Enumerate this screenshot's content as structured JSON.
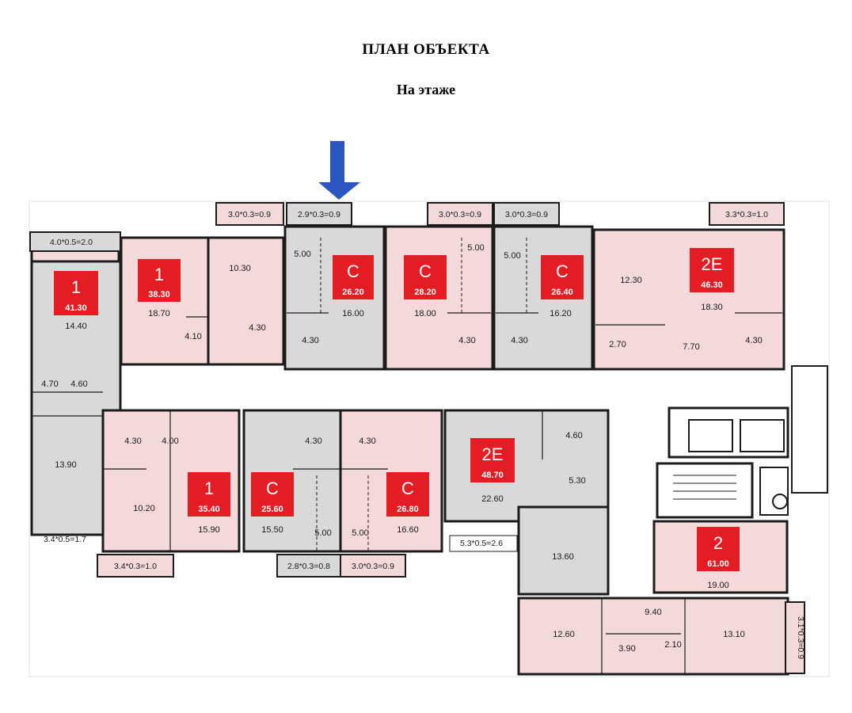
{
  "header": {
    "title": "ПЛАН ОБЪЕКТА",
    "subtitle": "На этаже"
  },
  "colors": {
    "apartment": "#f4d9db",
    "studio": "#d9d9da",
    "badge": "#e41d25",
    "wall": "#1b1b1b",
    "marker": "#2b55c0"
  },
  "apartments": [
    {
      "type": "1",
      "area": "41.30"
    },
    {
      "type": "1",
      "area": "38.30"
    },
    {
      "type": "C",
      "area": "26.20"
    },
    {
      "type": "C",
      "area": "28.20"
    },
    {
      "type": "C",
      "area": "26.40"
    },
    {
      "type": "2E",
      "area": "46.30"
    },
    {
      "type": "1",
      "area": "35.40"
    },
    {
      "type": "C",
      "area": "25.60"
    },
    {
      "type": "C",
      "area": "26.80"
    },
    {
      "type": "2E",
      "area": "48.70"
    },
    {
      "type": "2",
      "area": "61.00"
    }
  ],
  "balconies": [
    "4.0*0.5=2.0",
    "3.0*0.3=0.9",
    "2.9*0.3=0.9",
    "3.0*0.3=0.9",
    "3.0*0.3=0.9",
    "3.3*0.3=1.0",
    "3.4*0.5=1.7",
    "3.4*0.3=1.0",
    "2.8*0.3=0.8",
    "3.0*0.3=0.9",
    "5.3*0.5=2.6",
    "3.1*0.3=0.9"
  ],
  "rooms": [
    "14.40",
    "4.60",
    "4.70",
    "13.90",
    "18.70",
    "4.10",
    "10.30",
    "4.30",
    "5.00",
    "16.00",
    "4.30",
    "5.00",
    "18.00",
    "4.30",
    "5.00",
    "16.20",
    "4.30",
    "12.30",
    "2.70",
    "7.70",
    "18.30",
    "4.30",
    "4.30",
    "4.00",
    "10.20",
    "15.90",
    "4.30",
    "15.50",
    "5.00",
    "4.30",
    "5.00",
    "16.60",
    "22.60",
    "4.60",
    "5.30",
    "13.60",
    "19.00",
    "9.40",
    "12.60",
    "3.90",
    "2.10",
    "13.10"
  ]
}
